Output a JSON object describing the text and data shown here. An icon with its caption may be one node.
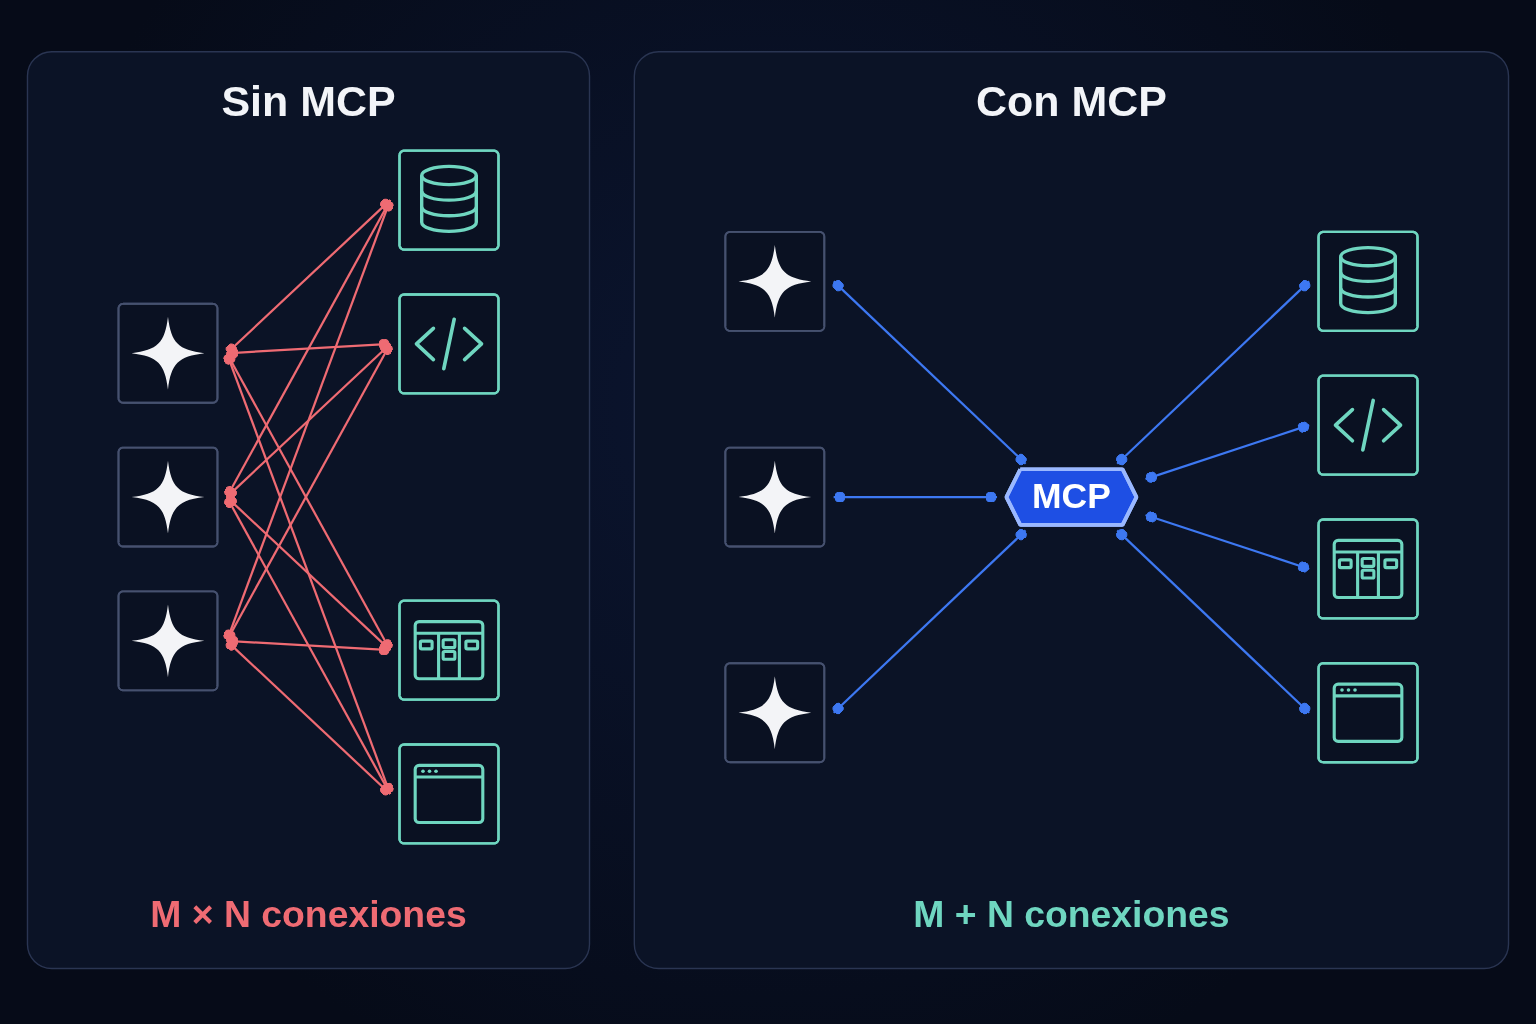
{
  "diagram": {
    "nodes": [
      {
        "text": [
          "Sin MCP",
          "M × N conexiones"
        ]
      },
      {
        "text": [],
        "shape": "box",
        "in": 0
      },
      {
        "text": [],
        "shape": "box",
        "in": 0
      },
      {
        "text": [],
        "shape": "box",
        "in": 0
      },
      {
        "text": [],
        "shape": "box",
        "in": 0
      },
      {
        "text": [],
        "shape": "box",
        "in": 0
      },
      {
        "text": [],
        "shape": "box",
        "in": 0
      },
      {
        "text": [],
        "shape": "box",
        "in": 0
      },
      {
        "text": [
          "Con MCP",
          "M + N conexiones"
        ]
      },
      {
        "text": [],
        "shape": "box",
        "in": 8
      },
      {
        "text": [],
        "shape": "box",
        "in": 8
      },
      {
        "text": [],
        "shape": "box",
        "in": 8
      },
      {
        "text": [
          "MCP"
        ],
        "in": 8
      },
      {
        "text": [],
        "shape": "box",
        "in": 8
      },
      {
        "text": [],
        "shape": "box",
        "in": 8
      },
      {
        "text": [],
        "shape": "box",
        "in": 8
      },
      {
        "text": [],
        "shape": "box",
        "in": 8
      }
    ],
    "edges": [
      {
        "from": 1,
        "to": 4,
        "arrow": "other"
      },
      {
        "from": 1,
        "to": 5,
        "arrow": "other"
      },
      {
        "from": 1,
        "to": 6,
        "arrow": "other"
      },
      {
        "from": 1,
        "to": 7,
        "arrow": "other"
      },
      {
        "from": 2,
        "to": 4,
        "arrow": "other"
      },
      {
        "from": 2,
        "to": 5,
        "arrow": "other"
      },
      {
        "from": 2,
        "to": 6,
        "arrow": "other"
      },
      {
        "from": 2,
        "to": 7,
        "arrow": "other"
      },
      {
        "from": 3,
        "to": 4,
        "arrow": "other"
      },
      {
        "from": 3,
        "to": 5,
        "arrow": "other"
      },
      {
        "from": 3,
        "to": 6,
        "arrow": "other"
      },
      {
        "from": 3,
        "to": 7,
        "arrow": "other"
      },
      {
        "from": 9,
        "to": 12,
        "arrow": "other",
        "color": "#3d78f2"
      },
      {
        "from": 10,
        "to": 12,
        "arrow": "other",
        "color": "#3d78f2"
      },
      {
        "from": 11,
        "to": 12,
        "arrow": "other",
        "color": "#3d78f2"
      },
      {
        "from": 12,
        "to": 13,
        "arrow": "other",
        "color": "#3d78f2"
      },
      {
        "from": 12,
        "to": 14,
        "arrow": "other",
        "color": "#3d78f2"
      },
      {
        "from": 12,
        "to": 15,
        "arrow": "other",
        "color": "#3d78f2"
      },
      {
        "from": 12,
        "to": 16,
        "arrow": "other",
        "color": "#3d78f2"
      }
    ]
  }
}
